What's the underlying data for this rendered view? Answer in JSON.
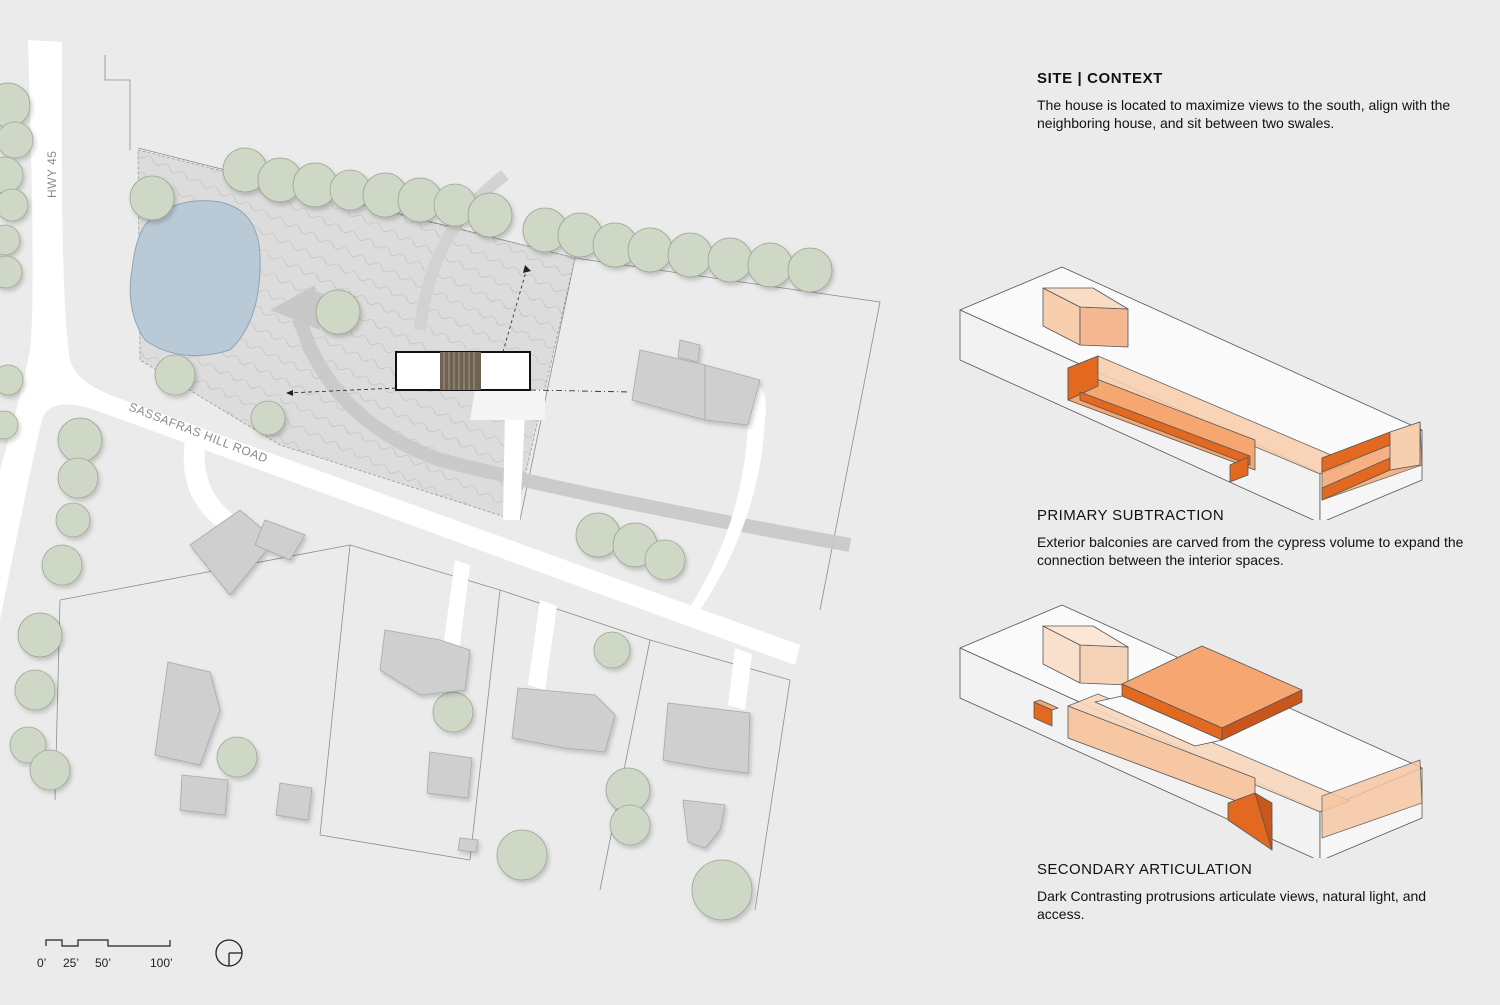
{
  "sections": {
    "site_context": {
      "title": "SITE | CONTEXT",
      "body": "The house is located to maximize views to the south, align with the neighboring house, and sit between two swales."
    },
    "primary_subtraction": {
      "title": "PRIMARY SUBTRACTION",
      "body": "Exterior balconies are carved from the cypress volume to expand the connection between the interior spaces."
    },
    "secondary_articulation": {
      "title": "SECONDARY ARTICULATION",
      "body": "Dark Contrasting protrusions articulate views, natural light, and access."
    }
  },
  "map": {
    "highway_label": "HWY 45",
    "road_label": "SASSAFRAS HILL ROAD",
    "scale_bar": [
      "0’",
      "25’",
      "50’",
      "100’"
    ],
    "north_arrow": "north-arrow-icon"
  },
  "colors": {
    "background": "#ebebeb",
    "vegetation": "#cfd8c7",
    "pond": "#b9cad6",
    "roof": "#cfcfcf",
    "orange_dark": "#e2691f",
    "orange_mid": "#f5a671",
    "orange_light": "#f8cfae"
  }
}
